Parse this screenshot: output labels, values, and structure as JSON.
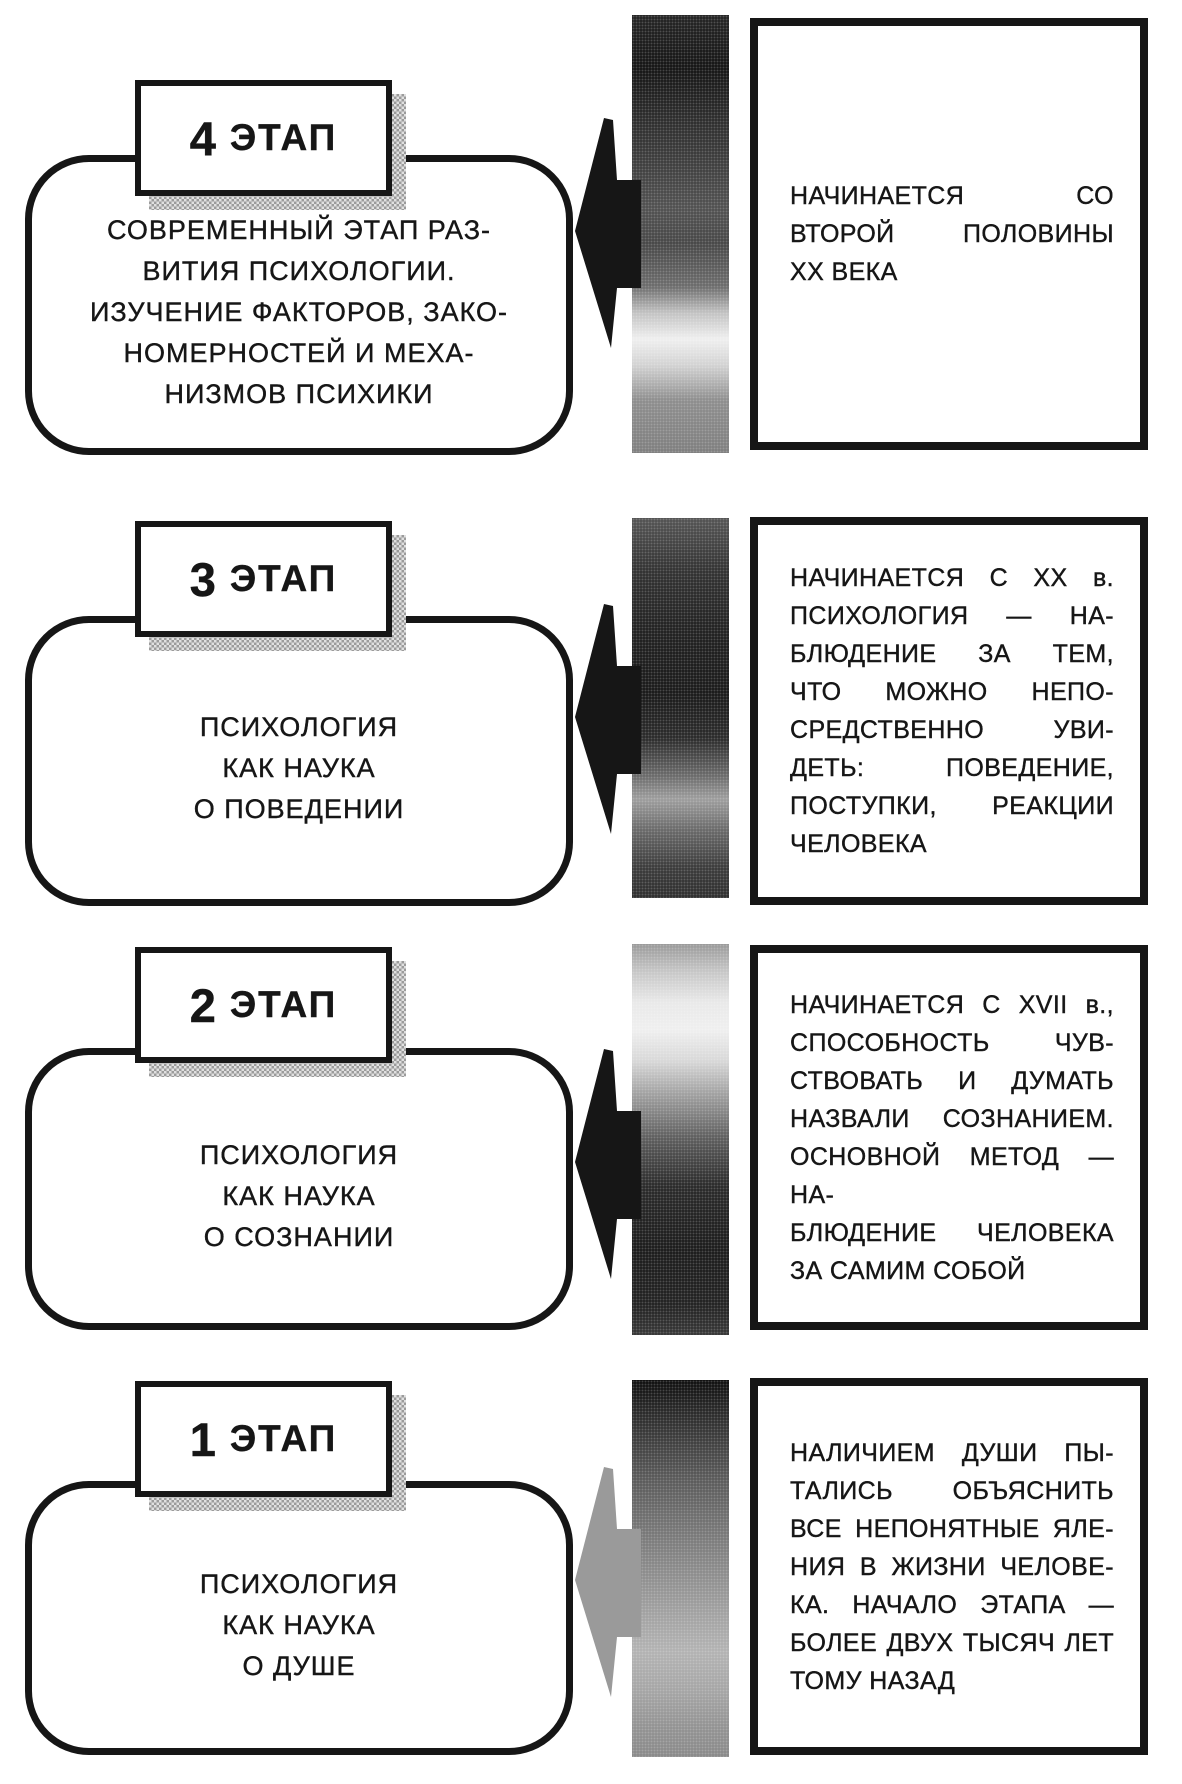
{
  "diagram": {
    "language": "ru",
    "stage_word": "ЭТАП",
    "colors": {
      "ink": "#161616",
      "paper": "#ffffff",
      "shadow_halftone_dark": "#9b9b9b",
      "shadow_halftone_light": "#e0e0e0",
      "arrow_black": "#161616",
      "arrow_gray_stage1": "#9a9a9a"
    },
    "stages": [
      {
        "label": {
          "number": "4",
          "word": "ЭТАП"
        },
        "box_lines": [
          "СОВРЕМЕННЫЙ ЭТАП РАЗ-",
          "ВИТИЯ ПСИХОЛОГИИ.",
          "ИЗУЧЕНИЕ ФАКТОРОВ, ЗАКО-",
          "НОМЕРНОСТЕЙ И МЕХА-",
          "НИЗМОВ ПСИХИКИ"
        ],
        "description_lines": [
          "НАЧИНАЕТСЯ  СО",
          "ВТОРОЙ ПОЛОВИНЫ",
          "XX ВЕКА"
        ]
      },
      {
        "label": {
          "number": "3",
          "word": "ЭТАП"
        },
        "box_lines": [
          "ПСИХОЛОГИЯ",
          "КАК НАУКА",
          "О ПОВЕДЕНИИ"
        ],
        "description_lines": [
          "НАЧИНАЕТСЯ С XX в.",
          "ПСИХОЛОГИЯ — НА-",
          "БЛЮДЕНИЕ ЗА ТЕМ,",
          "ЧТО МОЖНО НЕПО-",
          "СРЕДСТВЕННО УВИ-",
          "ДЕТЬ: ПОВЕДЕНИЕ,",
          "ПОСТУПКИ, РЕАКЦИИ",
          "ЧЕЛОВЕКА"
        ]
      },
      {
        "label": {
          "number": "2",
          "word": "ЭТАП"
        },
        "box_lines": [
          "ПСИХОЛОГИЯ",
          "КАК НАУКА",
          "О СОЗНАНИИ"
        ],
        "description_lines": [
          "НАЧИНАЕТСЯ С XVII в.,",
          "СПОСОБНОСТЬ ЧУВ-",
          "СТВОВАТЬ И ДУМАТЬ",
          "НАЗВАЛИ СОЗНАНИЕМ.",
          "ОСНОВНОЙ МЕТОД — НА-",
          "БЛЮДЕНИЕ ЧЕЛОВЕКА",
          "ЗА САМИМ СОБОЙ"
        ]
      },
      {
        "label": {
          "number": "1",
          "word": "ЭТАП"
        },
        "box_lines": [
          "ПСИХОЛОГИЯ",
          "КАК НАУКА",
          "О ДУШЕ"
        ],
        "description_lines": [
          "НАЛИЧИЕМ ДУШИ ПЫ-",
          "ТАЛИСЬ ОБЪЯСНИТЬ",
          "ВСЕ НЕПОНЯТНЫЕ ЯЛЕ-",
          "НИЯ В ЖИЗНИ ЧЕЛОВЕ-",
          "КА. НАЧАЛО ЭТАПА —",
          "БОЛЕЕ ДВУХ ТЫСЯЧ ЛЕТ",
          "ТОМУ НАЗАД"
        ]
      }
    ]
  }
}
